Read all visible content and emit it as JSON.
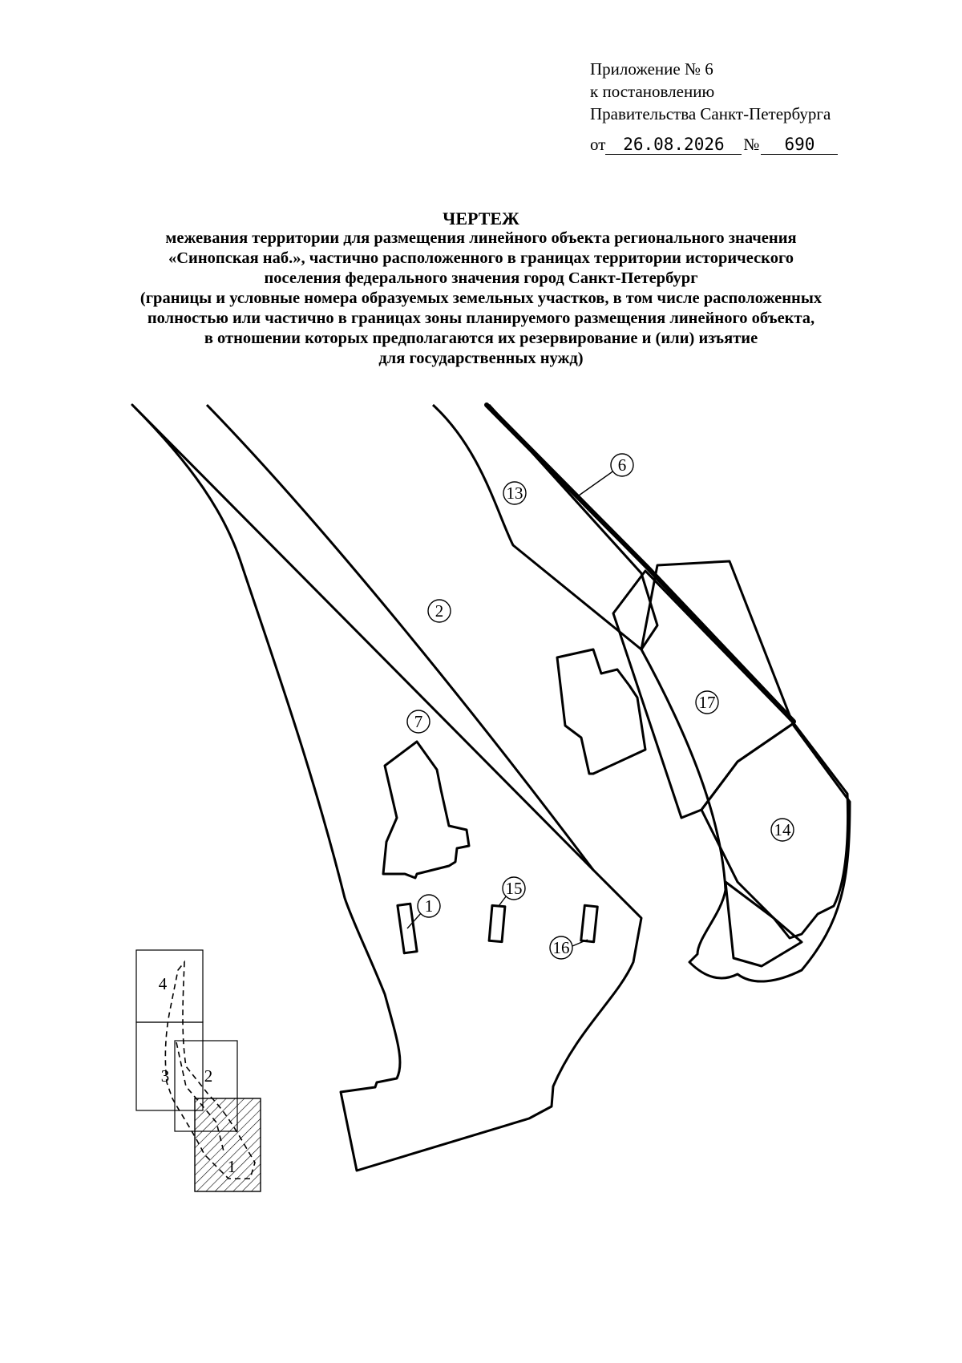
{
  "approval": {
    "line1": "Приложение № 6",
    "line2": "к постановлению",
    "line3": "Правительства Санкт-Петербурга",
    "date_prefix": "от",
    "date": "26.08.2026",
    "number_label": "№",
    "number": "690"
  },
  "heading": {
    "title": "ЧЕРТЕЖ",
    "lines": [
      "межевания территории для размещения линейного объекта регионального значения",
      "«Синопская наб.», частично расположенного в границах территории исторического",
      "поселения федерального значения город Санкт-Петербург",
      "(границы и условные номера образуемых земельных участков, в том числе расположенных",
      "полностью или частично в границах зоны планируемого размещения линейного объекта,",
      "в отношении которых предполагаются их резервирование и (или) изъятие",
      "для государственных  нужд)"
    ]
  },
  "parcels": [
    "1",
    "2",
    "6",
    "7",
    "13",
    "14",
    "15",
    "16",
    "17"
  ],
  "key_map": {
    "sheets": [
      "4",
      "3",
      "2",
      "1"
    ],
    "highlighted_sheet": "1"
  }
}
